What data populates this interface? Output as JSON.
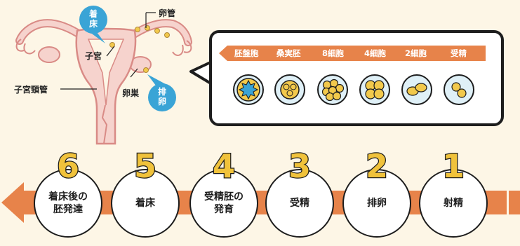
{
  "anatomy": {
    "labels": {
      "fallopian_tube": "卵管",
      "uterus": "子宮",
      "cervix": "子宮頸管",
      "ovary": "卵巣"
    },
    "bubbles": {
      "implantation": "着床",
      "ovulation": "排卵"
    }
  },
  "development": {
    "stages": [
      "胚盤胞",
      "桑実胚",
      "8細胞",
      "4細胞",
      "2細胞",
      "受精"
    ]
  },
  "timeline": {
    "steps": [
      {
        "number": "6",
        "label": "着床後の\n胚発達"
      },
      {
        "number": "5",
        "label": "着床"
      },
      {
        "number": "4",
        "label": "受精胚の\n発育"
      },
      {
        "number": "3",
        "label": "受精"
      },
      {
        "number": "2",
        "label": "排卵"
      },
      {
        "number": "1",
        "label": "射精"
      }
    ]
  },
  "colors": {
    "background": "#fdf6e6",
    "arrow": "#e7834a",
    "uterus_fill": "#f6d3cd",
    "uterus_line": "#d98b86",
    "bubble": "#3aa4d6",
    "number": "#f0c23b",
    "cell": "#f2c94c"
  }
}
